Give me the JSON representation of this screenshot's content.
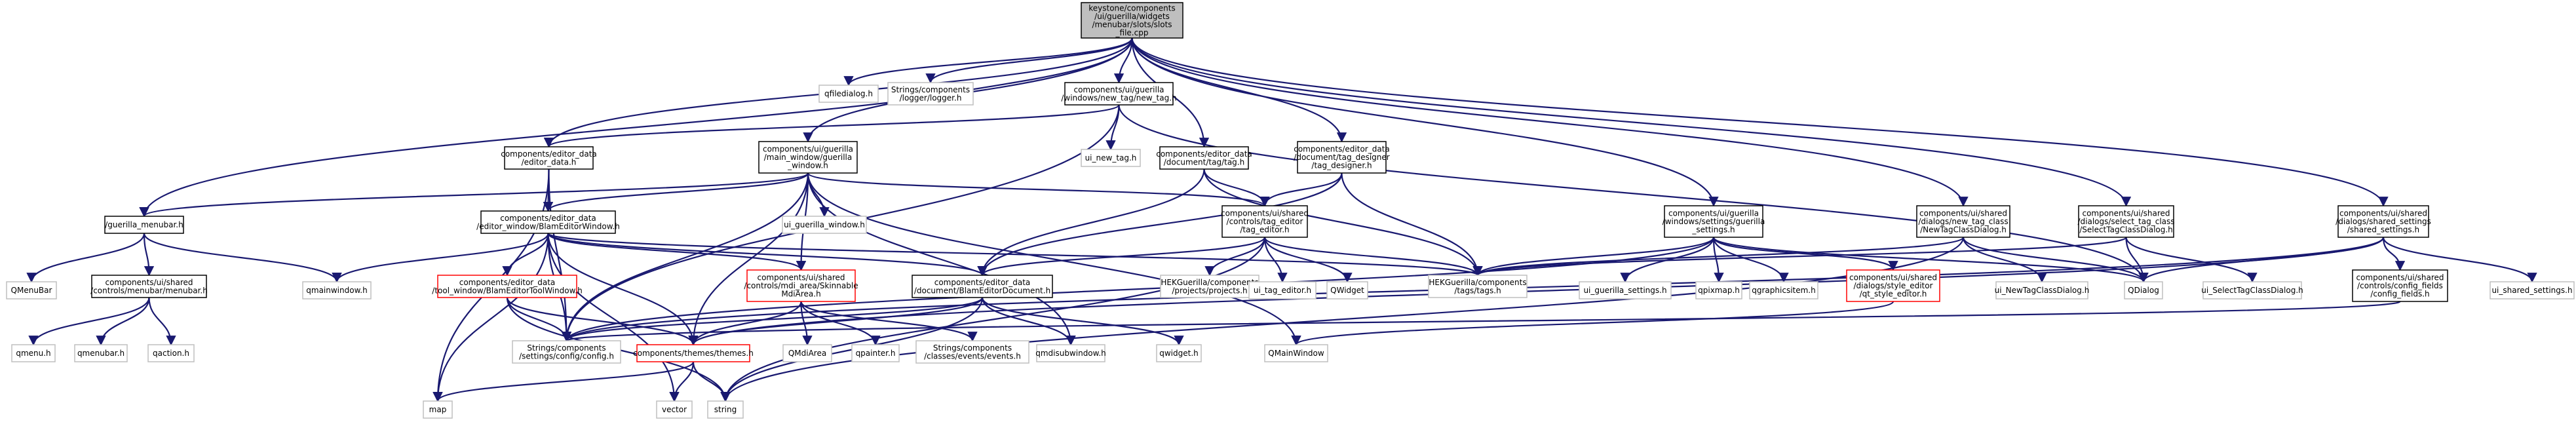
{
  "graph": {
    "nodes": [
      {
        "id": "root",
        "lines": [
          "keystone/components",
          "/ui/guerilla/widgets",
          "/menubar/slots/slots",
          "_file.cpp"
        ],
        "style": "root"
      },
      {
        "id": "qfiledialog",
        "lines": [
          "qfiledialog.h"
        ],
        "style": "sys"
      },
      {
        "id": "logger",
        "lines": [
          "Strings/components",
          "/logger/logger.h"
        ],
        "style": "sys"
      },
      {
        "id": "newtag",
        "lines": [
          "components/ui/guerilla",
          "/windows/new_tag/new_tag.h"
        ],
        "style": "inc"
      },
      {
        "id": "ui_new_tag",
        "lines": [
          "ui_new_tag.h"
        ],
        "style": "sys"
      },
      {
        "id": "editor_data",
        "lines": [
          "components/editor_data",
          "/editor_data.h"
        ],
        "style": "inc"
      },
      {
        "id": "main_window",
        "lines": [
          "components/ui/guerilla",
          "/main_window/guerilla",
          "_window.h"
        ],
        "style": "inc"
      },
      {
        "id": "ui_guerilla_window",
        "lines": [
          "ui_guerilla_window.h"
        ],
        "style": "sys"
      },
      {
        "id": "tag_h",
        "lines": [
          "components/editor_data",
          "/document/tag/tag.h"
        ],
        "style": "inc"
      },
      {
        "id": "tag_designer",
        "lines": [
          "components/editor_data",
          "/document/tag_designer",
          "/tag_designer.h"
        ],
        "style": "inc"
      },
      {
        "id": "guerilla_menubar",
        "lines": [
          "/guerilla_menubar.h"
        ],
        "style": "inc"
      },
      {
        "id": "blam_editor_window",
        "lines": [
          "components/editor_data",
          "/editor_window/BlamEditorWindow.h"
        ],
        "style": "inc"
      },
      {
        "id": "tag_editor",
        "lines": [
          "components/ui/shared",
          "/controls/tag_editor",
          "/tag_editor.h"
        ],
        "style": "inc"
      },
      {
        "id": "settings",
        "lines": [
          "components/ui/guerilla",
          "/windows/settings/guerilla",
          "_settings.h"
        ],
        "style": "inc"
      },
      {
        "id": "new_tag_class",
        "lines": [
          "components/ui/shared",
          "/dialogs/new_tag_class",
          "/NewTagClassDialog.h"
        ],
        "style": "inc"
      },
      {
        "id": "select_tag_class",
        "lines": [
          "components/ui/shared",
          "/dialogs/select_tag_class",
          "/SelectTagClassDialog.h"
        ],
        "style": "inc"
      },
      {
        "id": "shared_settings",
        "lines": [
          "components/ui/shared",
          "/dialogs/shared_settings",
          "/shared_settings.h"
        ],
        "style": "inc"
      },
      {
        "id": "qmenubar_top",
        "lines": [
          "QMenuBar"
        ],
        "style": "sys"
      },
      {
        "id": "shared_menubar",
        "lines": [
          "components/ui/shared",
          "/controls/menubar/menubar.h"
        ],
        "style": "inc"
      },
      {
        "id": "qmainwindow_l",
        "lines": [
          "qmainwindow.h"
        ],
        "style": "sys"
      },
      {
        "id": "tool_window",
        "lines": [
          "components/editor_data",
          "/tool_window/BlamEditorToolWindow.h"
        ],
        "style": "warn"
      },
      {
        "id": "skinnable",
        "lines": [
          "components/ui/shared",
          "/controls/mdi_area/Skinnable",
          "MdiArea.h"
        ],
        "style": "warn"
      },
      {
        "id": "blam_doc",
        "lines": [
          "components/editor_data",
          "/document/BlamEditorDocument.h"
        ],
        "style": "inc"
      },
      {
        "id": "hek_projects",
        "lines": [
          "HEKGuerilla/components",
          "/projects/projects.h"
        ],
        "style": "sys"
      },
      {
        "id": "ui_tag_editor",
        "lines": [
          "ui_tag_editor.h"
        ],
        "style": "sys"
      },
      {
        "id": "qwidget_c",
        "lines": [
          "QWidget"
        ],
        "style": "sys"
      },
      {
        "id": "hek_tags",
        "lines": [
          "HEKGuerilla/components",
          "/tags/tags.h"
        ],
        "style": "sys"
      },
      {
        "id": "ui_guerilla_settings",
        "lines": [
          "ui_guerilla_settings.h"
        ],
        "style": "sys"
      },
      {
        "id": "qpixmap",
        "lines": [
          "qpixmap.h"
        ],
        "style": "sys"
      },
      {
        "id": "qgraphicsitem",
        "lines": [
          "qgraphicsitem.h"
        ],
        "style": "sys"
      },
      {
        "id": "style_editor",
        "lines": [
          "components/ui/shared",
          "/dialogs/style_editor",
          "/qt_style_editor.h"
        ],
        "style": "warn"
      },
      {
        "id": "ui_newtagclass",
        "lines": [
          "ui_NewTagClassDialog.h"
        ],
        "style": "sys"
      },
      {
        "id": "qdialog",
        "lines": [
          "QDialog"
        ],
        "style": "sys"
      },
      {
        "id": "ui_selecttagclass",
        "lines": [
          "ui_SelectTagClassDialog.h"
        ],
        "style": "sys"
      },
      {
        "id": "config_fields",
        "lines": [
          "components/ui/shared",
          "/controls/config_fields",
          "/config_fields.h"
        ],
        "style": "inc"
      },
      {
        "id": "ui_shared_settings",
        "lines": [
          "ui_shared_settings.h"
        ],
        "style": "sys"
      },
      {
        "id": "qmenu",
        "lines": [
          "qmenu.h"
        ],
        "style": "sys"
      },
      {
        "id": "qmenubar_h",
        "lines": [
          "qmenubar.h"
        ],
        "style": "sys"
      },
      {
        "id": "qaction",
        "lines": [
          "qaction.h"
        ],
        "style": "sys"
      },
      {
        "id": "config_h",
        "lines": [
          "Strings/components",
          "/settings/config/config.h"
        ],
        "style": "sys"
      },
      {
        "id": "themes",
        "lines": [
          "components/themes/themes.h"
        ],
        "style": "warn"
      },
      {
        "id": "qmdiarea",
        "lines": [
          "QMdiArea"
        ],
        "style": "sys"
      },
      {
        "id": "qpainter",
        "lines": [
          "qpainter.h"
        ],
        "style": "sys"
      },
      {
        "id": "events",
        "lines": [
          "Strings/components",
          "/classes/events/events.h"
        ],
        "style": "sys"
      },
      {
        "id": "qmdisub",
        "lines": [
          "qmdisubwindow.h"
        ],
        "style": "sys"
      },
      {
        "id": "qwidget_h",
        "lines": [
          "qwidget.h"
        ],
        "style": "sys"
      },
      {
        "id": "qmainwindow_c",
        "lines": [
          "QMainWindow"
        ],
        "style": "sys"
      },
      {
        "id": "map",
        "lines": [
          "map"
        ],
        "style": "sys"
      },
      {
        "id": "vector",
        "lines": [
          "vector"
        ],
        "style": "sys"
      },
      {
        "id": "string",
        "lines": [
          "string"
        ],
        "style": "sys"
      }
    ],
    "edges": [
      [
        "root",
        "qfiledialog"
      ],
      [
        "root",
        "logger"
      ],
      [
        "root",
        "newtag"
      ],
      [
        "root",
        "editor_data"
      ],
      [
        "root",
        "main_window"
      ],
      [
        "root",
        "tag_h"
      ],
      [
        "root",
        "tag_designer"
      ],
      [
        "root",
        "guerilla_menubar"
      ],
      [
        "root",
        "settings"
      ],
      [
        "root",
        "new_tag_class"
      ],
      [
        "root",
        "select_tag_class"
      ],
      [
        "root",
        "shared_settings"
      ],
      [
        "newtag",
        "ui_new_tag"
      ],
      [
        "newtag",
        "editor_data"
      ],
      [
        "newtag",
        "qdialog"
      ],
      [
        "newtag",
        "config_h"
      ],
      [
        "editor_data",
        "blam_editor_window"
      ],
      [
        "editor_data",
        "map"
      ],
      [
        "editor_data",
        "config_h"
      ],
      [
        "main_window",
        "ui_guerilla_window"
      ],
      [
        "main_window",
        "blam_editor_window"
      ],
      [
        "main_window",
        "guerilla_menubar"
      ],
      [
        "main_window",
        "tag_editor"
      ],
      [
        "main_window",
        "skinnable"
      ],
      [
        "main_window",
        "config_h"
      ],
      [
        "main_window",
        "themes"
      ],
      [
        "main_window",
        "qmdisub"
      ],
      [
        "main_window",
        "qmainwindow_c"
      ],
      [
        "tag_h",
        "tag_editor"
      ],
      [
        "tag_h",
        "blam_doc"
      ],
      [
        "tag_h",
        "hek_tags"
      ],
      [
        "tag_designer",
        "tag_editor"
      ],
      [
        "tag_designer",
        "blam_doc"
      ],
      [
        "tag_designer",
        "hek_tags"
      ],
      [
        "guerilla_menubar",
        "qmenubar_top"
      ],
      [
        "guerilla_menubar",
        "shared_menubar"
      ],
      [
        "guerilla_menubar",
        "qmainwindow_l"
      ],
      [
        "shared_menubar",
        "qmenu"
      ],
      [
        "shared_menubar",
        "qmenubar_h"
      ],
      [
        "shared_menubar",
        "qaction"
      ],
      [
        "blam_editor_window",
        "qmainwindow_l"
      ],
      [
        "blam_editor_window",
        "tool_window"
      ],
      [
        "blam_editor_window",
        "skinnable"
      ],
      [
        "blam_editor_window",
        "blam_doc"
      ],
      [
        "blam_editor_window",
        "hek_tags"
      ],
      [
        "blam_editor_window",
        "config_h"
      ],
      [
        "blam_editor_window",
        "themes"
      ],
      [
        "blam_editor_window",
        "map"
      ],
      [
        "blam_editor_window",
        "vector"
      ],
      [
        "tool_window",
        "config_h"
      ],
      [
        "tool_window",
        "themes"
      ],
      [
        "tool_window",
        "string"
      ],
      [
        "skinnable",
        "themes"
      ],
      [
        "skinnable",
        "qmdiarea"
      ],
      [
        "skinnable",
        "qpainter"
      ],
      [
        "skinnable",
        "events"
      ],
      [
        "blam_doc",
        "qmdisub"
      ],
      [
        "blam_doc",
        "qwidget_h"
      ],
      [
        "blam_doc",
        "config_h"
      ],
      [
        "blam_doc",
        "themes"
      ],
      [
        "blam_doc",
        "string"
      ],
      [
        "tag_editor",
        "hek_projects"
      ],
      [
        "tag_editor",
        "ui_tag_editor"
      ],
      [
        "tag_editor",
        "qwidget_c"
      ],
      [
        "tag_editor",
        "hek_tags"
      ],
      [
        "tag_editor",
        "blam_doc"
      ],
      [
        "tag_editor",
        "string"
      ],
      [
        "settings",
        "ui_guerilla_settings"
      ],
      [
        "settings",
        "qpixmap"
      ],
      [
        "settings",
        "qgraphicsitem"
      ],
      [
        "settings",
        "style_editor"
      ],
      [
        "settings",
        "qdialog"
      ],
      [
        "settings",
        "hek_tags"
      ],
      [
        "settings",
        "config_h"
      ],
      [
        "style_editor",
        "qmainwindow_c"
      ],
      [
        "new_tag_class",
        "ui_newtagclass"
      ],
      [
        "new_tag_class",
        "qdialog"
      ],
      [
        "new_tag_class",
        "hek_tags"
      ],
      [
        "new_tag_class",
        "string"
      ],
      [
        "select_tag_class",
        "ui_selecttagclass"
      ],
      [
        "select_tag_class",
        "qdialog"
      ],
      [
        "select_tag_class",
        "hek_tags"
      ],
      [
        "shared_settings",
        "ui_shared_settings"
      ],
      [
        "shared_settings",
        "qdialog"
      ],
      [
        "shared_settings",
        "config_fields"
      ],
      [
        "shared_settings",
        "themes"
      ],
      [
        "shared_settings",
        "config_h"
      ],
      [
        "config_fields",
        "config_h"
      ],
      [
        "themes",
        "map"
      ],
      [
        "themes",
        "vector"
      ],
      [
        "themes",
        "string"
      ]
    ]
  },
  "colors": {
    "edge": "#191970",
    "root_fill": "#bfbfbf",
    "inc_fill": "#ffffff",
    "inc_stroke": "#000000",
    "sys_stroke": "#bfbfbf",
    "warn_stroke": "#ff0000",
    "text": "#000000",
    "sys_text": "#000000"
  }
}
